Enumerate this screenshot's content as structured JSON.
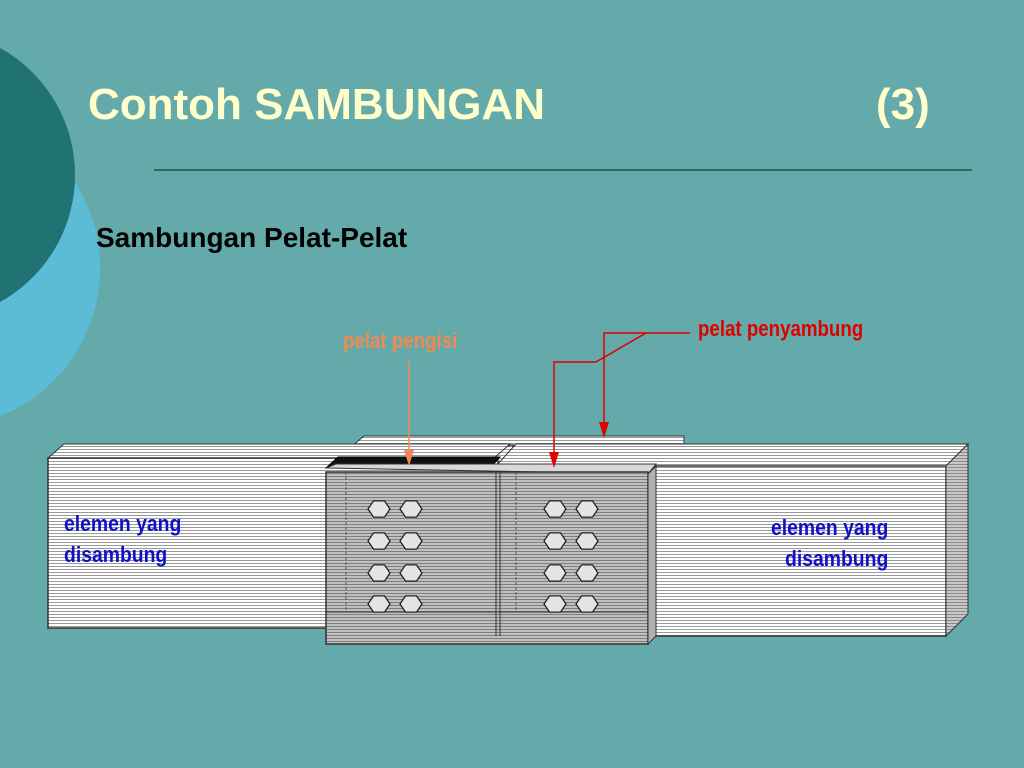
{
  "slide": {
    "title": "Contoh SAMBUNGAN",
    "title_number": "(3)",
    "subtitle": "Sambungan Pelat-Pelat"
  },
  "diagram": {
    "left_element": {
      "line1": "elemen yang",
      "line2": "disambung"
    },
    "right_element": {
      "line1": "elemen yang",
      "line2": "disambung"
    },
    "filler_plate_label": "pelat pengisi",
    "splice_plate_label": "pelat penyambung"
  },
  "colors": {
    "background": "#64aaaa",
    "title": "#ffffcc",
    "element_label": "#1010c8",
    "filler_label": "#f08a52",
    "splice_label": "#e00000",
    "decor_dark": "#217272",
    "decor_light": "#5cbcd6"
  }
}
